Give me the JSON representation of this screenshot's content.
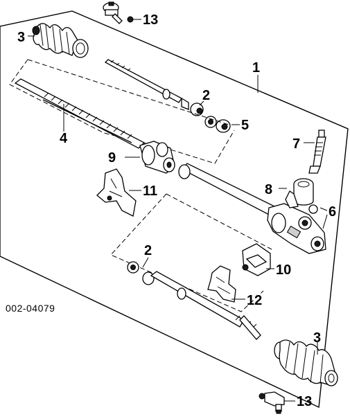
{
  "diagram": {
    "id_label": "002-04079",
    "callouts": {
      "c1": "1",
      "c2_upper": "2",
      "c2_lower": "2",
      "c3_upper": "3",
      "c3_lower": "3",
      "c4": "4",
      "c5": "5",
      "c6": "6",
      "c7": "7",
      "c8": "8",
      "c9": "9",
      "c10": "10",
      "c11": "11",
      "c12": "12",
      "c13_upper": "13",
      "c13_lower": "13"
    }
  }
}
